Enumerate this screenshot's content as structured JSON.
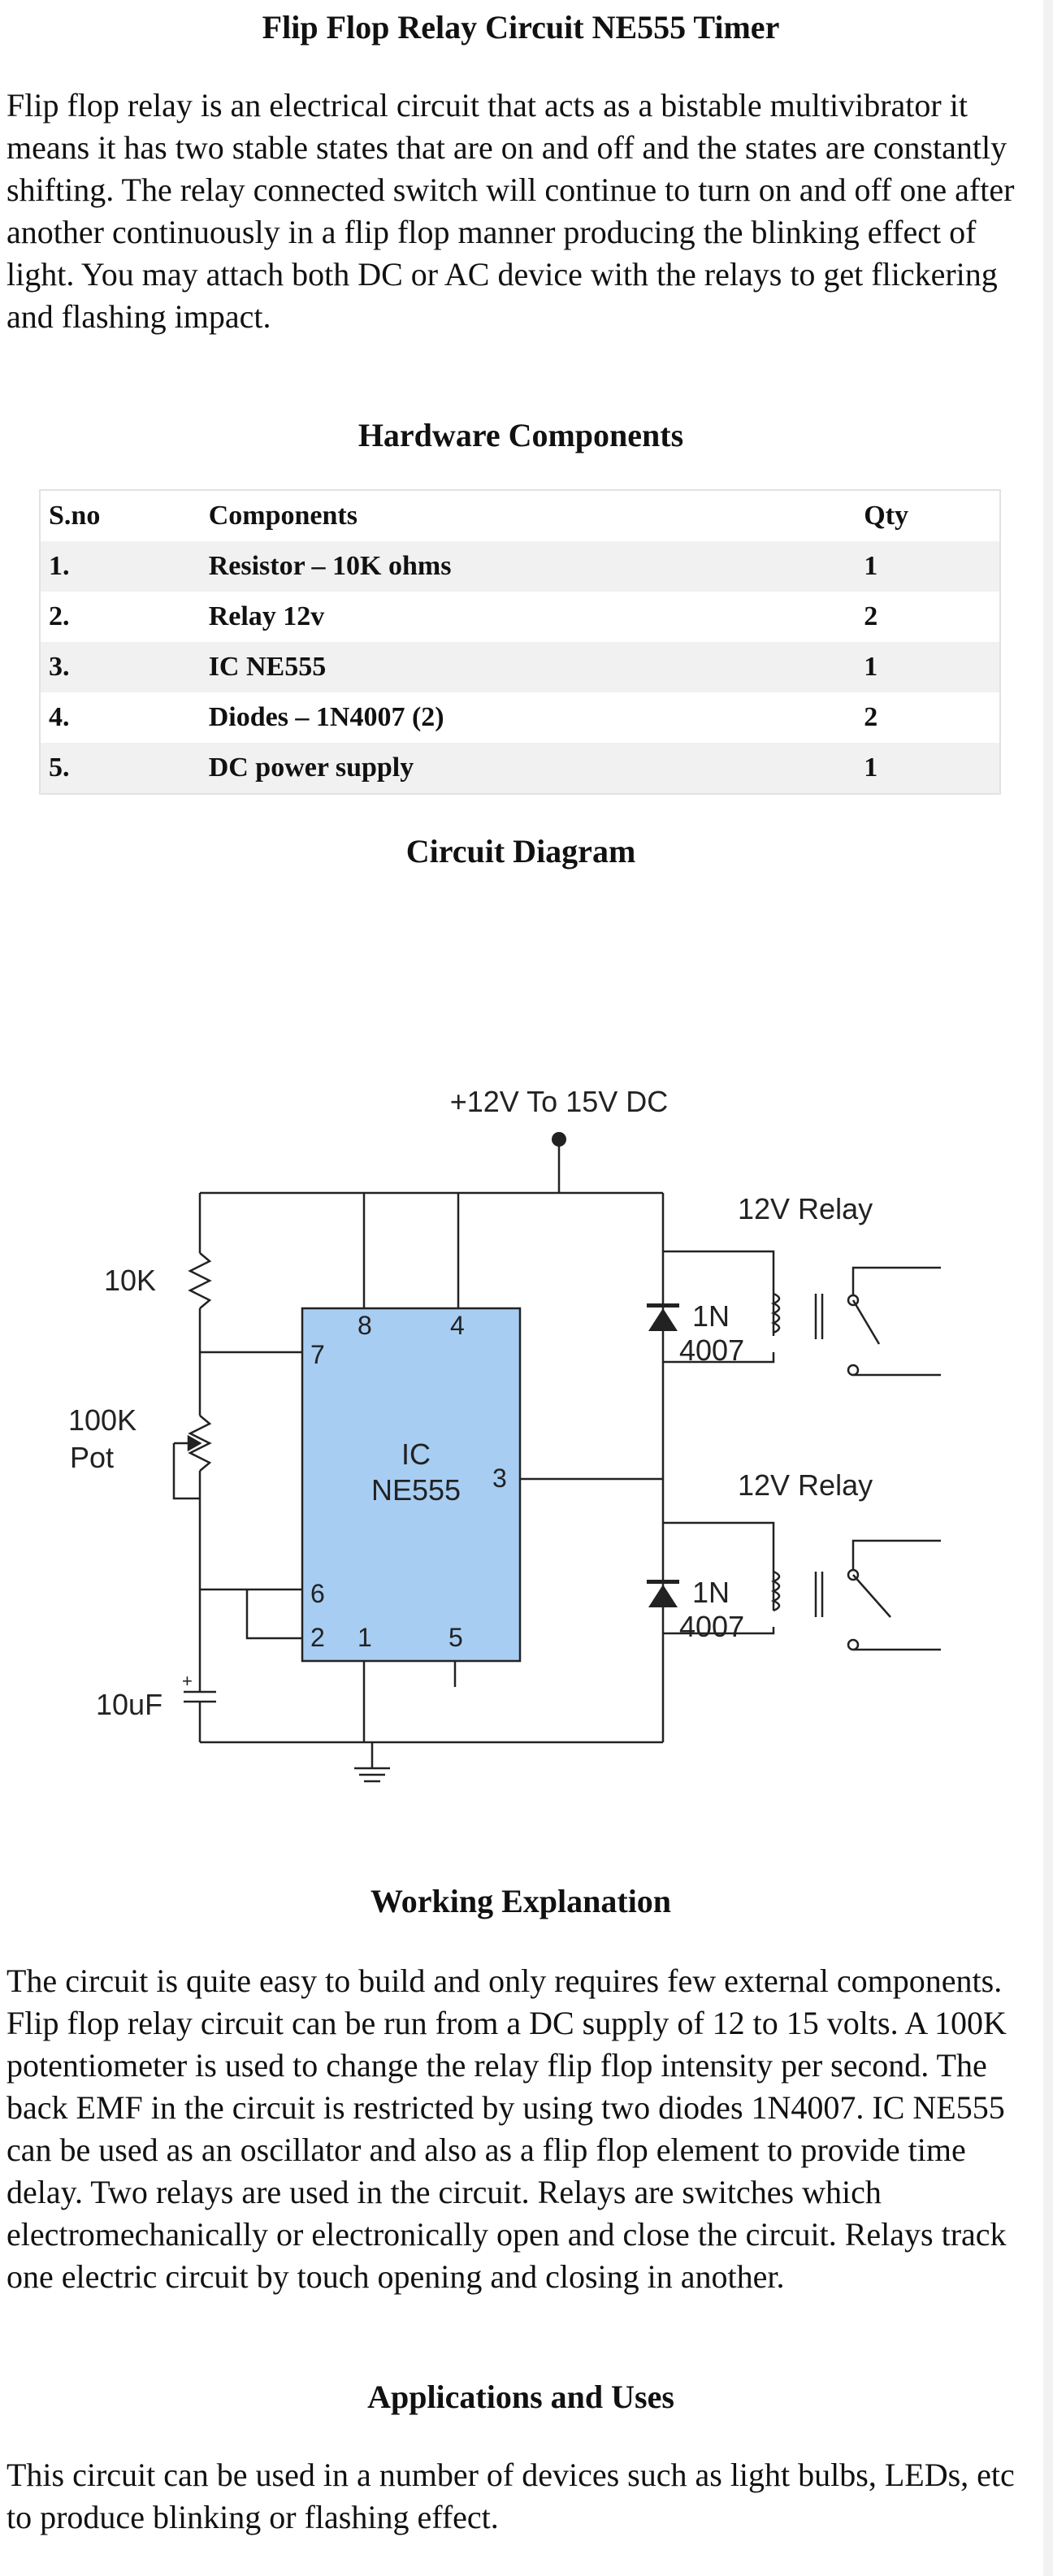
{
  "article": {
    "title": "Flip Flop Relay Circuit NE555 Timer",
    "intro": "Flip flop relay is an electrical circuit that acts as a bistable multivibrator it means it has two stable states that are on and off and the states are constantly shifting. The relay connected switch will continue to turn on and off one after another continuously in a flip flop manner producing the blinking effect of light. You may attach both DC or AC device with the relays to get flickering and flashing impact.",
    "hardware_heading": "Hardware Components",
    "table": {
      "headers": [
        "S.no",
        "Components",
        "Qty"
      ],
      "rows": [
        [
          "1.",
          "Resistor – 10K ohms",
          "1"
        ],
        [
          "2.",
          "Relay 12v",
          "2"
        ],
        [
          "3.",
          "IC NE555",
          "1"
        ],
        [
          "4.",
          "Diodes – 1N4007 (2)",
          "2"
        ],
        [
          "5.",
          "DC power supply",
          "1"
        ]
      ]
    },
    "diagram_heading": "Circuit Diagram",
    "working_heading": "Working Explanation",
    "working_text": "The circuit is quite easy to build and only requires few external components. Flip flop relay circuit can be run from a DC supply of 12 to 15 volts. A 100K potentiometer is used to change the relay flip flop intensity per second. The back EMF in the circuit is restricted by using two diodes 1N4007. IC NE555 can be used as an oscillator and also as a flip flop element to provide time delay. Two relays are used in the circuit. Relays are switches which electromechanically or electronically open and close the circuit. Relays track one electric circuit by touch opening and closing in another.",
    "applications_heading": "Applications and Uses",
    "applications_text": "This circuit can be used in a number of devices such as light bulbs,  LEDs, etc to produce blinking or flashing effect."
  },
  "diagram": {
    "supply_label": "+12V To 15V DC",
    "resistor_label": "10K",
    "pot_label_line1": "100K",
    "pot_label_line2": "Pot",
    "cap_label": "10uF",
    "ic_label_line1": "IC",
    "ic_label_line2": "NE555",
    "pins": [
      "8",
      "4",
      "7",
      "6",
      "2",
      "1",
      "5",
      "3"
    ],
    "relay_label": "12V Relay",
    "diode_label_line1": "1N",
    "diode_label_line2": "4007",
    "ic_fill": "#a7cdf2"
  }
}
